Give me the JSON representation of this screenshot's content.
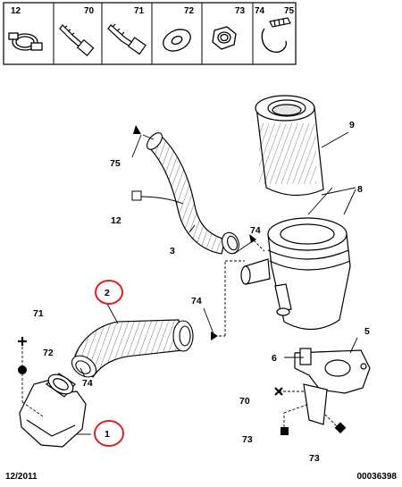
{
  "header_parts": [
    {
      "label": "12",
      "icon": "hose-clamp-with-tab-icon"
    },
    {
      "label": "70",
      "icon": "screw-icon"
    },
    {
      "label": "71",
      "icon": "bolt-icon"
    },
    {
      "label": "72",
      "icon": "washer-icon"
    },
    {
      "label": "73",
      "icon": "nut-icon"
    },
    {
      "label": "74",
      "icon": "hose-clamp-icon"
    },
    {
      "label": "75",
      "icon": "hose-clamp-band-icon"
    }
  ],
  "callouts": {
    "c1": "1",
    "c2": "2",
    "c3": "3",
    "c5": "5",
    "c6": "6",
    "c8": "8",
    "c9": "9",
    "c12": "12",
    "c70": "70",
    "c71": "71",
    "c72": "72",
    "c73a": "73",
    "c73b": "73",
    "c74a": "74",
    "c74b": "74",
    "c74c": "74",
    "c75": "75"
  },
  "highlighted_callouts": [
    "1",
    "2"
  ],
  "highlight_color": "#d9232a",
  "footer": {
    "date": "12/2011",
    "ref": "00036398"
  }
}
